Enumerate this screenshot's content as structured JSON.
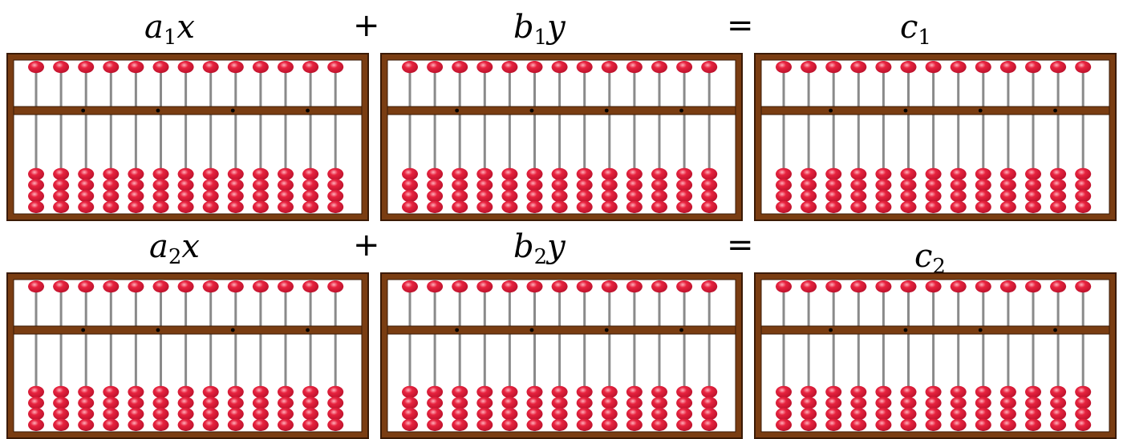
{
  "equations": [
    {
      "terms": [
        {
          "var": "a",
          "sub": "1",
          "suffix": "x"
        },
        {
          "var": "b",
          "sub": "1",
          "suffix": "y"
        },
        {
          "var": "c",
          "sub": "1",
          "suffix": ""
        }
      ],
      "plus": "+",
      "equals": "="
    },
    {
      "terms": [
        {
          "var": "a",
          "sub": "2",
          "suffix": "x"
        },
        {
          "var": "b",
          "sub": "2",
          "suffix": "y"
        },
        {
          "var": "c",
          "sub": "2",
          "suffix": ""
        }
      ],
      "plus": "+",
      "equals": "="
    }
  ],
  "abacus": {
    "rods": 13,
    "upper_beads_per_rod": 1,
    "lower_beads_per_rod": 4,
    "unit_point_rods": [
      2,
      5,
      8,
      11
    ],
    "frame_color": "#7a3d12",
    "bead_color": "#e8233f",
    "rod_color": "#8a8a8a"
  }
}
